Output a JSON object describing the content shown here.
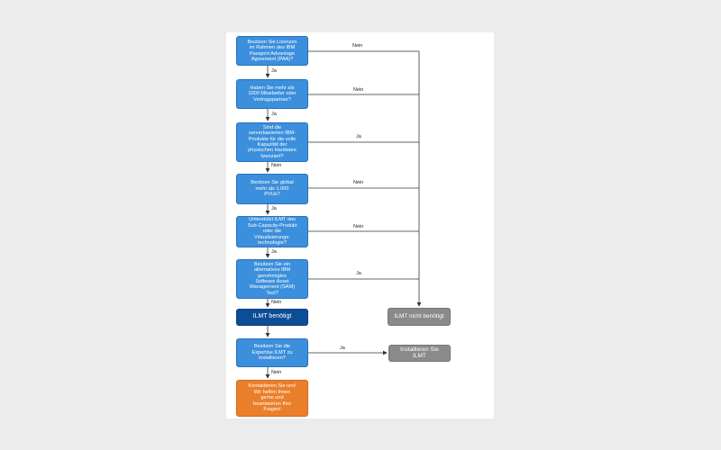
{
  "nodes": {
    "q1": "Besitzen Sie Lizenzen\nim Rahmen des IBM\nPassport Advantage\nAgreement (PAA)?",
    "q2": "Haben Sie mehr als\n1000 Mitarbeiter oder\nVertragspartner?",
    "q3": "Sind die\nserverbasierten IBM-\nProdukte für die volle\nKapazität der\nphysischen Hardware\nlizenziert?",
    "q4": "Besitzen Sie global\nmehr als 1.000\nPVUs?",
    "q5": "Unterstützt ILMT das\nSub-Capacity-Produkt\noder die\nVirtualisierungs-\ntechnologie?",
    "q6": "Besitzen Sie ein\nalternatives IBM\ngenehmigtes\nSoftware Asset\nManagement (SAM)\nTool?",
    "ilmt_needed": "ILMT benötigt",
    "q7": "Besitzen Sie die\nExpertise ILMT zu\ninstallieren?",
    "contact": "Kontaktieren Sie uns!\nWir helfen Ihnen\ngerne und\nbeantworten Ihre\nFragen!",
    "not_needed": "ILMT  nicht benötigt",
    "install": "Installieren Sie ILMT"
  },
  "labels": {
    "q1_right": "Nein",
    "q1_down": "Ja",
    "q2_right": "Nein",
    "q2_down": "Ja",
    "q3_right": "Ja",
    "q3_down": "Nein",
    "q4_right": "Nein",
    "q4_down": "Ja",
    "q5_right": "Nein",
    "q5_down": "Ja",
    "q6_right": "Ja",
    "q6_down": "Nein",
    "q7_right": "Ja",
    "q7_down": "Nein"
  },
  "colors": {
    "question": "#3b8fdc",
    "result_needed": "#0d4d96",
    "result_grey": "#8a8a8a",
    "contact": "#ea7f2b",
    "connector": "#333333"
  }
}
